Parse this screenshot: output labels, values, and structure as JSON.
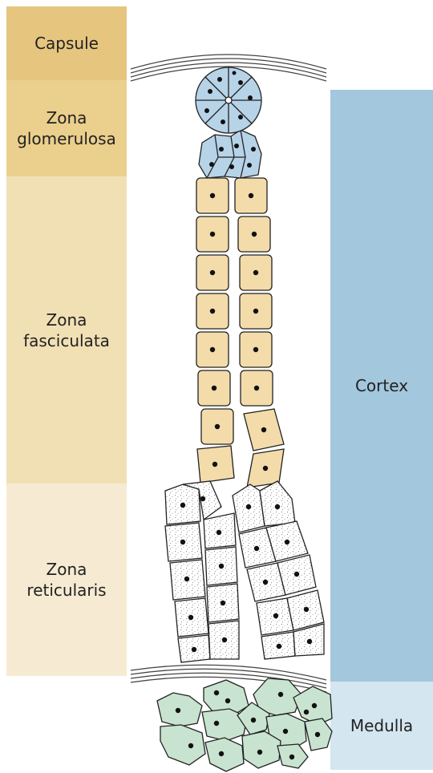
{
  "labels": {
    "capsule": "Capsule",
    "glomerulosa_1": "Zona",
    "glomerulosa_2": "glomerulosa",
    "fasciculata_1": "Zona",
    "fasciculata_2": "fasciculata",
    "reticularis_1": "Zona",
    "reticularis_2": "reticularis",
    "cortex": "Cortex",
    "medulla": "Medulla"
  },
  "colors": {
    "capsule": "#e6c57f",
    "glomerulosa": "#ebcf8c",
    "fasciculata": "#f2e0b5",
    "reticularis": "#f6ebd2",
    "cortex": "#a3c7dc",
    "medulla": "#d4e6f0",
    "glom_cells": "#b7d3e8",
    "fasc_cells": "#f3dcaa",
    "medulla_cells": "#c8e4d0"
  }
}
